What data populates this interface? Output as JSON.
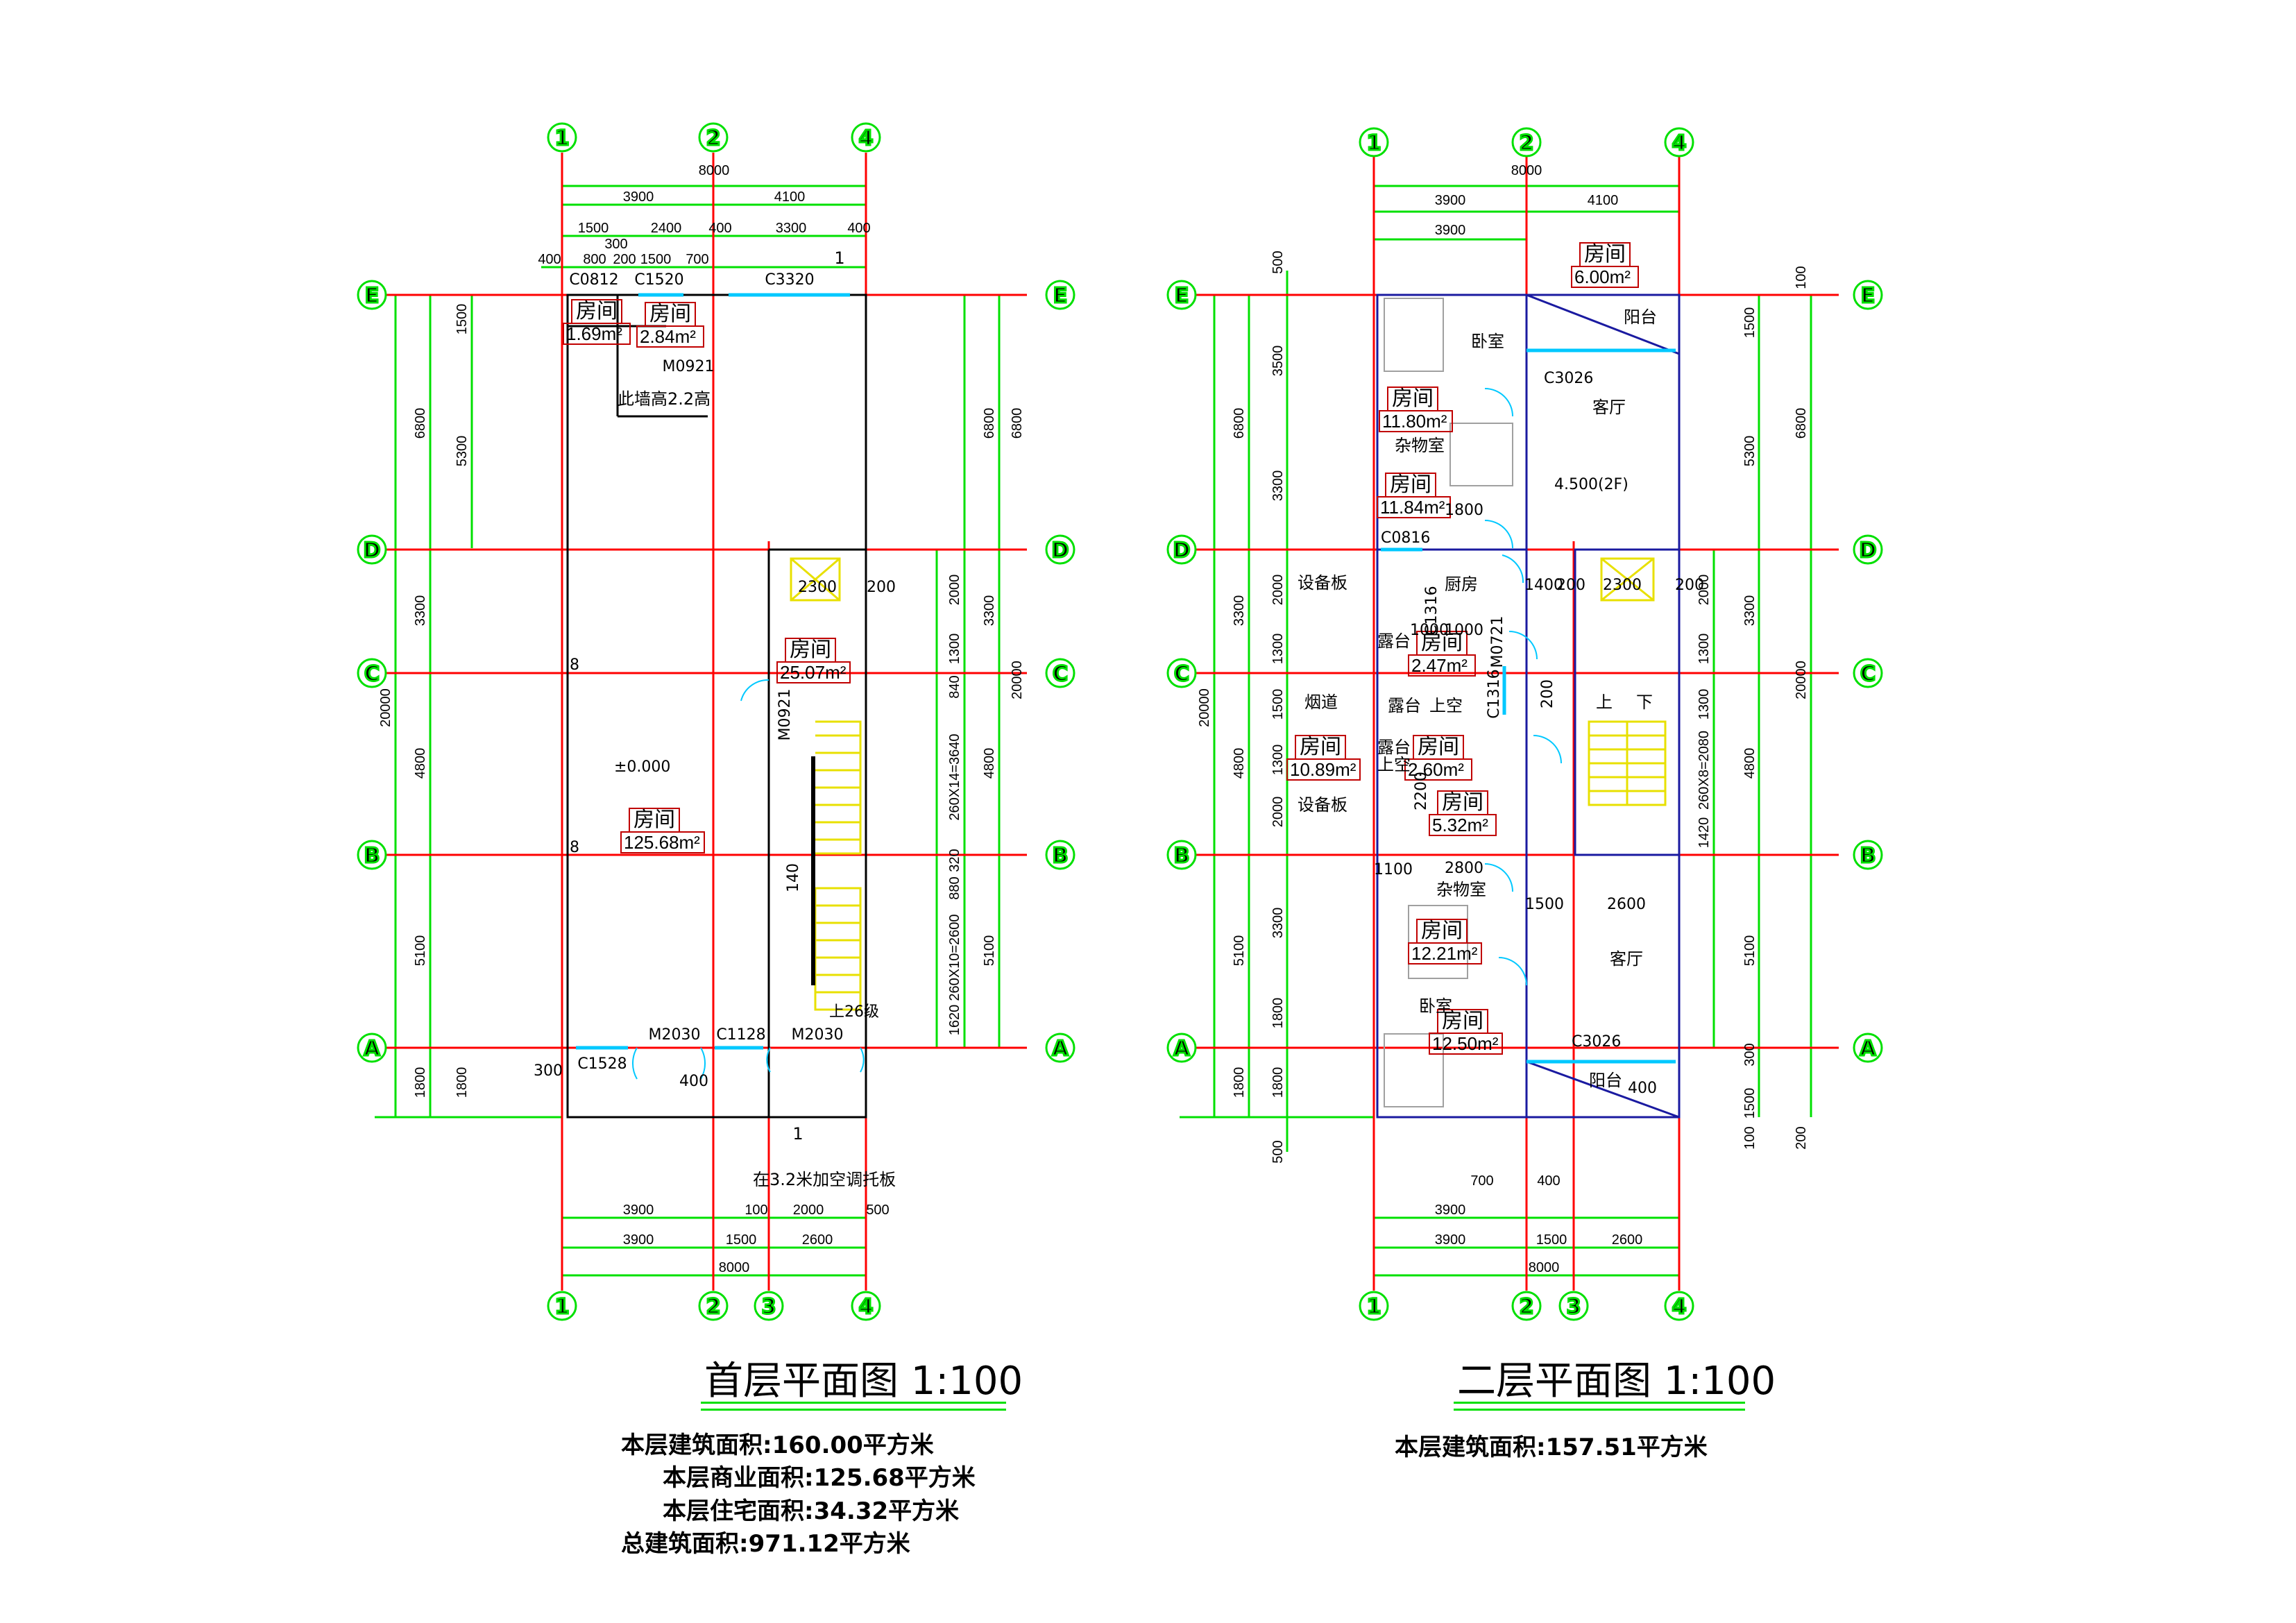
{
  "colors": {
    "dimension": "#00e000",
    "axis": "#ff0000",
    "wall": "#000000",
    "window": "#00c8ff",
    "stair": "#e8e000",
    "outline": "#1a1aa0",
    "label_box": "#c00000"
  },
  "axes": {
    "columns_top_left": [
      "1",
      "2",
      "4"
    ],
    "columns_bottom_left": [
      "1",
      "2",
      "3",
      "4"
    ],
    "columns_top_right": [
      "1",
      "2",
      "4"
    ],
    "columns_bottom_right": [
      "1",
      "2",
      "3",
      "4"
    ],
    "rows": [
      "E",
      "D",
      "C",
      "B",
      "A"
    ]
  },
  "ground_floor": {
    "title": "首层平面图 1:100",
    "dims_top": {
      "total": "8000",
      "row1": [
        "3900",
        "4100"
      ],
      "row2": [
        "1500",
        "2400",
        "400",
        "3300",
        "400"
      ],
      "row3": [
        "300"
      ],
      "row4": [
        "400",
        "800",
        "200",
        "1500",
        "700"
      ]
    },
    "dims_bottom": {
      "row1": [
        "100",
        "2000",
        "500"
      ],
      "row1_left": "3900",
      "row2": [
        "3900",
        "1500",
        "2600"
      ],
      "total": "8000"
    },
    "dims_left_outer": [
      "20000"
    ],
    "dims_left_mid": [
      "6800",
      "3300",
      "4800",
      "5100",
      "1800"
    ],
    "dims_left_inner": [
      "1500",
      "5300",
      "1800"
    ],
    "dims_right_inner": [
      "2000",
      "1300",
      "840",
      "260X14=3640",
      "320",
      "880",
      "260X10=2600",
      "1620"
    ],
    "dims_right_mid": [
      "6800",
      "3300",
      "4800",
      "5100"
    ],
    "dims_right_outer": [
      "6800",
      "20000"
    ],
    "windows": [
      "C0812",
      "C1520",
      "C3320",
      "C1528",
      "C1128"
    ],
    "doors": [
      "M0921",
      "M0921",
      "M2030",
      "M2030"
    ],
    "rooms": [
      {
        "label": "房间",
        "area": "1.69m²"
      },
      {
        "label": "房间",
        "area": "2.84m²"
      },
      {
        "label": "房间",
        "area": "25.07m²"
      },
      {
        "label": "房间",
        "area": "125.68m²"
      }
    ],
    "notes": {
      "wall_height": "此墙高2.2高",
      "elevation": "±0.000",
      "ac_board": "在3.2米加空调托板",
      "stair_up": "上26级",
      "stair_width": "2300",
      "stair_gap": "200",
      "stair_dim": "140",
      "left_small": "300",
      "door_small": "400",
      "section": "1",
      "col_mark": "8"
    },
    "summary": [
      "本层建筑面积:160.00平方米",
      "本层商业面积:125.68平方米",
      "本层住宅面积:34.32平方米",
      "总建筑面积:971.12平方米"
    ]
  },
  "second_floor": {
    "title": "二层平面图 1:100",
    "dims_top": {
      "total": "8000",
      "row1": [
        "3900",
        "4100"
      ],
      "row2": [
        "3900"
      ]
    },
    "dims_bottom": {
      "row0": [
        "700",
        "400"
      ],
      "row1": [
        "3900"
      ],
      "row2": [
        "3900",
        "1500",
        "2600"
      ],
      "total": "8000"
    },
    "dims_left_outer": [
      "20000"
    ],
    "dims_left_mid": [
      "6800",
      "3300",
      "4800",
      "5100",
      "1800"
    ],
    "dims_left_inner": [
      "500",
      "3500",
      "3300",
      "2000",
      "1300",
      "1500",
      "1300",
      "2000",
      "3300",
      "1800",
      "1800",
      "500"
    ],
    "dims_right_inner": [
      "2000",
      "1300",
      "1300",
      "260X8=2080",
      "1420"
    ],
    "dims_right_mid": [
      "1500",
      "5300",
      "3300",
      "4800",
      "5100",
      "300",
      "1500",
      "100"
    ],
    "dims_right_outer": [
      "100",
      "6800",
      "20000",
      "200"
    ],
    "rooms": [
      {
        "label": "房间",
        "area": "6.00m²"
      },
      {
        "label": "房间",
        "area": "11.80m²"
      },
      {
        "label": "房间",
        "area": "11.84m²"
      },
      {
        "label": "房间",
        "area": "2.47m²"
      },
      {
        "label": "房间",
        "area": "10.89m²"
      },
      {
        "label": "房间",
        "area": "2.60m²"
      },
      {
        "label": "房间",
        "area": "5.32m²"
      },
      {
        "label": "房间",
        "area": "12.21m²"
      },
      {
        "label": "房间",
        "area": "12.50m²"
      }
    ],
    "spaces": {
      "balcony_top": "阳台",
      "bedroom_top": "卧室",
      "living_top": "客厅",
      "storage_top": "杂物室",
      "kitchen": "厨房",
      "equipment_top": "设备板",
      "equipment_bottom": "设备板",
      "terrace1": "露台",
      "terrace2": "露台",
      "terrace3": "露台",
      "flue": "烟道",
      "void": "上空",
      "void2": "上空",
      "storage_bottom": "杂物室",
      "living_bottom": "客厅",
      "bedroom_bottom": "卧室",
      "balcony_bottom": "阳台",
      "stair_up": "上",
      "stair_down": "下"
    },
    "marks": {
      "window_top": "C3026",
      "window_bottom": "C3026",
      "window_small": "C0816",
      "window_v": "C1316",
      "window_v2": "C1316",
      "door_v": "M0721",
      "elevation": "4.500(2F)",
      "dim_1800": "1800",
      "dim_1400": "1400",
      "dim_200": "200",
      "dim_2300": "2300",
      "dim_200b": "200",
      "dim_1000a": "1000",
      "dim_1000b": "1000",
      "dim_200c": "200",
      "dim_2800": "2800",
      "dim_1100": "1100",
      "dim_1500": "1500",
      "dim_2600": "2600",
      "dim_400": "400",
      "dim_2200": "2200"
    },
    "summary": [
      "本层建筑面积:157.51平方米"
    ]
  }
}
